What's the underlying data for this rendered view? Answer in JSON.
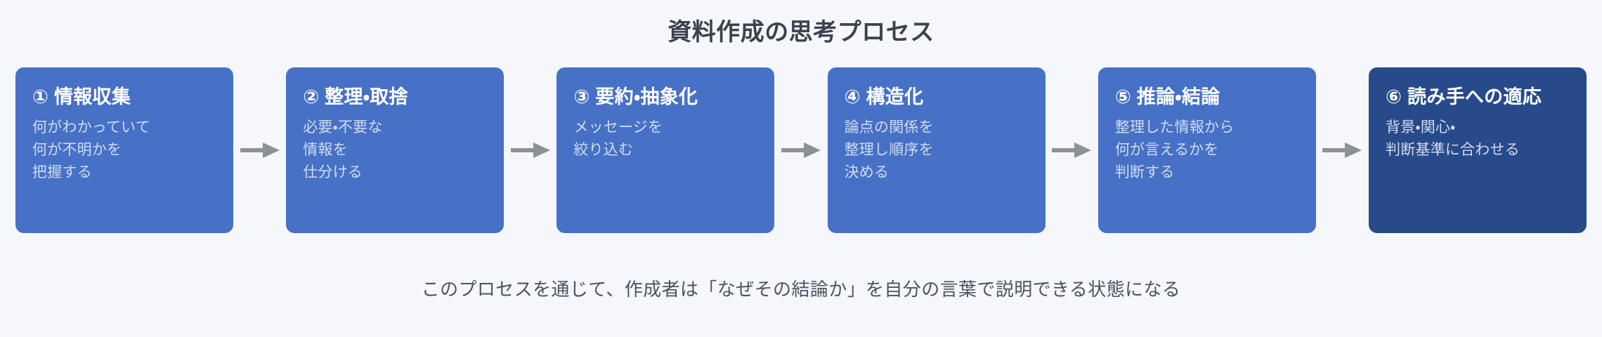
{
  "diagram": {
    "title": "資料作成の思考プロセス",
    "footer_note": "このプロセスを通じて、作成者は「なぜその結論か」を自分の言葉で説明できる状態になる",
    "background_color": "#f5f7fb",
    "title_color": "#3c414d",
    "footer_color": "#4d5360",
    "step_color": "#4671c6",
    "final_step_color": "#274a8a",
    "arrow_color": "#8d9096",
    "arrow_icon": "arrow-right-icon",
    "steps": [
      {
        "number": "①",
        "heading": "① 情報収集",
        "body": "何がわかっていて\n何が不明かを\n把握する",
        "highlight": false
      },
      {
        "number": "②",
        "heading": "② 整理・取捨",
        "body": "必要・不要な\n情報を\n仕分ける",
        "highlight": false
      },
      {
        "number": "③",
        "heading": "③ 要約・抽象化",
        "body": "メッセージを\n絞り込む",
        "highlight": false
      },
      {
        "number": "④",
        "heading": "④ 構造化",
        "body": "論点の関係を\n整理し順序を\n決める",
        "highlight": false
      },
      {
        "number": "⑤",
        "heading": "⑤ 推論・結論",
        "body": "整理した情報から\n何が言えるかを\n判断する",
        "highlight": false
      },
      {
        "number": "⑥",
        "heading": "⑥ 読み手への適応",
        "body": "背景・関心・\n判断基準に合わせる",
        "highlight": true
      }
    ]
  }
}
